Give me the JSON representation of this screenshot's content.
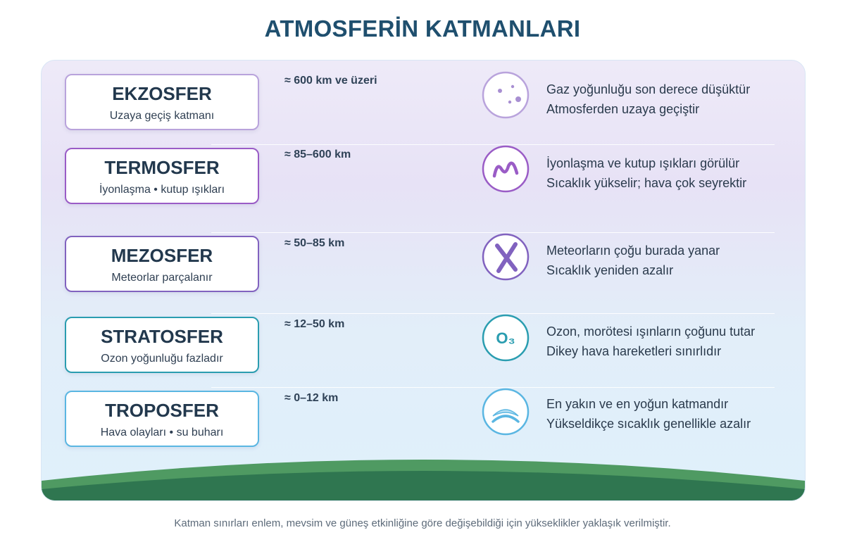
{
  "title": "ATMOSFERİN KATMANLARI",
  "layers": [
    {
      "name": "EKZOSFER",
      "subtitle": "Uzaya geçiş katmanı",
      "altitude": "≈ 600 km ve üzeri",
      "facts": [
        "Gaz yoğunluğu son derece düşüktür",
        "Atmosferden uzaya geçiştir"
      ],
      "icon": "sparse-particles-icon",
      "color": "#b9a3dc"
    },
    {
      "name": "TERMOSFER",
      "subtitle": "İyonlaşma • kutup ışıkları",
      "altitude": "≈ 85–600 km",
      "facts": [
        "İyonlaşma ve kutup ışıkları görülür",
        "Sıcaklık yükselir; hava çok seyrektir"
      ],
      "icon": "aurora-icon",
      "color": "#9a5cc6"
    },
    {
      "name": "MEZOSFER",
      "subtitle": "Meteorlar parçalanır",
      "altitude": "≈ 50–85 km",
      "facts": [
        "Meteorların çoğu burada yanar",
        "Sıcaklık yeniden azalır"
      ],
      "icon": "meteor-cross-icon",
      "color": "#8162bf"
    },
    {
      "name": "STRATOSFER",
      "subtitle": "Ozon yoğunluğu fazladır",
      "altitude": "≈ 12–50 km",
      "facts": [
        "Ozon, morötesi ışınların çoğunu tutar",
        "Dikey hava hareketleri sınırlıdır"
      ],
      "icon": "ozone-icon",
      "icon_text": "O₃",
      "color": "#2a9db0"
    },
    {
      "name": "TROPOSFER",
      "subtitle": "Hava olayları • su buharı",
      "altitude": "≈ 0–12 km",
      "facts": [
        "En yakın ve en yoğun katmandır",
        "Yükseldikçe sıcaklık genellikle azalır"
      ],
      "icon": "clouds-arc-icon",
      "color": "#5ab6e2"
    }
  ],
  "colors": {
    "title": "#1f4f6e",
    "ground_light": "#4f9a62",
    "ground_dark": "#2f7650"
  },
  "footnote": "Katman sınırları enlem, mevsim ve güneş etkinliğine göre değişebildiği için yükseklikler yaklaşık verilmiştir."
}
